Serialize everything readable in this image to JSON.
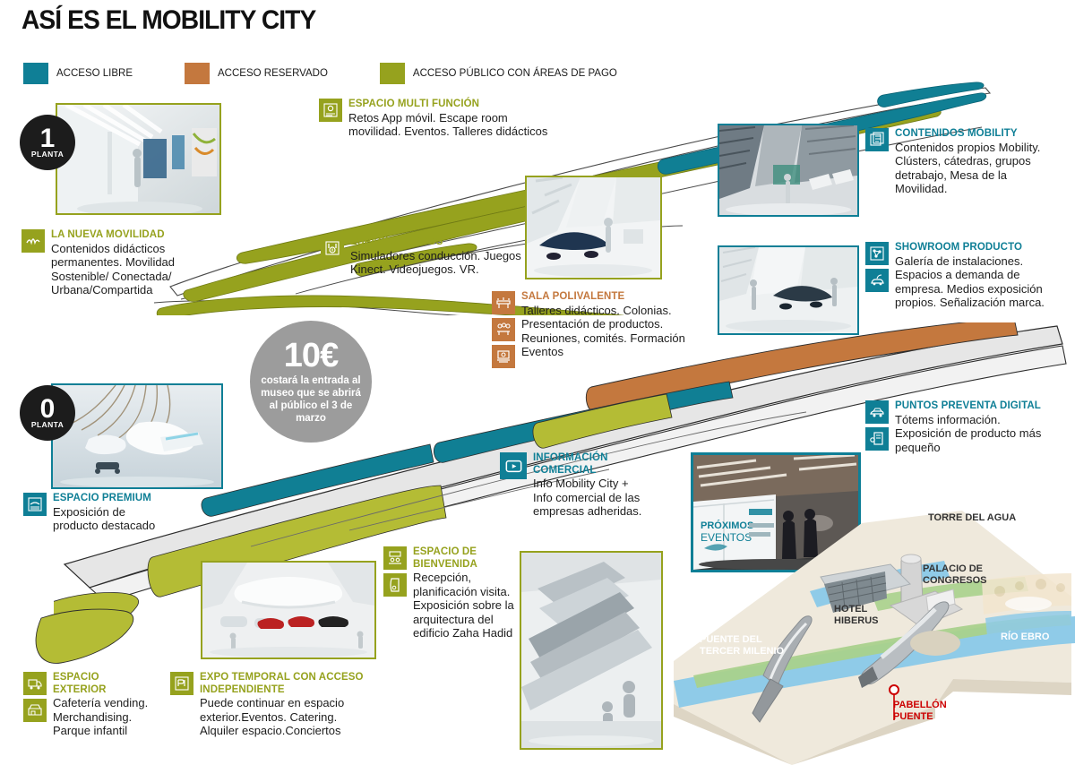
{
  "header": {
    "title": "ASÍ ES EL MOBILITY CITY"
  },
  "legend": [
    {
      "label": "ACCESO LIBRE",
      "color": "#0f7f96",
      "name": "legend-acceso-libre"
    },
    {
      "label": "ACCESO RESERVADO",
      "color": "#c4783e",
      "name": "legend-acceso-reservado"
    },
    {
      "label": "ACCESO PÚBLICO CON ÁREAS DE PAGO",
      "color": "#96a21e",
      "name": "legend-acceso-publico"
    }
  ],
  "floors": [
    {
      "number": "1",
      "word": "PLANTA"
    },
    {
      "number": "0",
      "word": "PLANTA"
    }
  ],
  "price": {
    "amount": "10€",
    "text": "costará la entrada al museo que se abrirá al público el 3 de marzo"
  },
  "blocks": {
    "nueva_movilidad": {
      "head": "LA NUEVA MOVILIDAD",
      "body": "Contenidos didácticos permanentes. Movilidad Sostenible/ Conectada/ Urbana/Compartida",
      "color": "#96a21e",
      "icons": [
        "wave-icon"
      ]
    },
    "multi_funcion": {
      "head": "ESPACIO MULTI FUNCIÓN",
      "body": "Retos App móvil. Escape room movilidad. Eventos. Talleres didácticos",
      "color": "#96a21e",
      "icons": [
        "map-pin-icon"
      ]
    },
    "juegos": {
      "head": "ESPACIO JUEGOS",
      "body": "Simuladores conducción. Juegos Kinect. Videojuegos. VR.",
      "color": "#96a21e",
      "icons": [
        "gamepad-icon"
      ]
    },
    "sala_polivalente": {
      "head": "SALA POLIVALENTE",
      "body": "Talleres didácticos. Colonias. Presentación de productos. Reuniones, comités. Formación Eventos",
      "color": "#c4783e",
      "icons": [
        "workshop-table-icon",
        "meeting-people-icon",
        "presentation-screen-icon"
      ]
    },
    "contenidos_mobility": {
      "head": "CONTENIDOS MOBILITY",
      "body": "Contenidos propios Mobility. Clústers, cátedras, grupos detrabajo, Mesa de la Movilidad.",
      "color": "#0f7f96",
      "icons": [
        "documents-icon"
      ]
    },
    "showroom": {
      "head": "SHOWROOM PRODUCTO",
      "body": "Galería de instalaciones. Espacios a demanda de empresa. Medios exposición propios. Señalización marca.",
      "color": "#0f7f96",
      "icons": [
        "network-icon",
        "car-charge-icon"
      ]
    },
    "preventa": {
      "head": "PUNTOS PREVENTA DIGITAL",
      "body": "Tótems información. Exposición de producto más pequeño",
      "color": "#0f7f96",
      "icons": [
        "vehicle-icon",
        "totem-icon"
      ]
    },
    "premium": {
      "head": "ESPACIO PREMIUM",
      "body": "Exposición de producto destacado",
      "color": "#0f7f96",
      "icons": [
        "stage-icon"
      ]
    },
    "informacion_comercial": {
      "head": "INFORMACIÓN COMERCIAL",
      "body": "Info Mobility City + Info comercial de las empresas adheridas.",
      "color": "#0f7f96",
      "icons": [
        "play-screen-icon"
      ]
    },
    "bienvenida": {
      "head": "ESPACIO DE BIENVENIDA",
      "body": "Recepción, planificación visita. Exposición sobre la arquitectura del edificio Zaha Hadid",
      "color": "#96a21e",
      "icons": [
        "reception-desk-icon",
        "brochure-icon"
      ]
    },
    "exterior": {
      "head": "ESPACIO EXTERIOR",
      "body": "Cafetería vending. Merchandising. Parque infantil",
      "color": "#96a21e",
      "icons": [
        "food-truck-icon",
        "shop-icon"
      ]
    },
    "expo_temporal": {
      "head": "EXPO TEMPORAL CON ACCESO INDEPENDIENTE",
      "body": "Puede continuar en espacio exterior.Eventos. Catering. Alquiler espacio.Conciertos",
      "color": "#96a21e",
      "icons": [
        "exhibit-icon"
      ]
    }
  },
  "photos": {
    "floor1_corridor": {
      "border": "#96a21e",
      "name": "photo-floor1-corridor"
    },
    "floor1_showroom": {
      "border": "#96a21e",
      "name": "photo-floor1-showroom-car"
    },
    "floor1_hall": {
      "border": "#0f7f96",
      "name": "photo-floor1-exhibition-hall"
    },
    "floor1_cars": {
      "border": "#0f7f96",
      "name": "photo-floor1-product-showroom"
    },
    "floor0_premium": {
      "border": "#0f7f96",
      "name": "photo-floor0-premium"
    },
    "floor0_garage": {
      "border": "#96a21e",
      "name": "photo-floor0-welcome-cars"
    },
    "floor0_escalator": {
      "border": "#96a21e",
      "name": "photo-floor0-escalator"
    },
    "floor0_events": {
      "border": "#0f7f96",
      "name": "photo-floor0-proximos-eventos",
      "caption": "PRÓXIMOS EVENTOS"
    }
  },
  "map": {
    "labels": [
      {
        "text": "TORRE DEL AGUA",
        "name": "map-label-torre-del-agua",
        "style": "dark"
      },
      {
        "text": "PALACIO DE CONGRESOS",
        "name": "map-label-palacio-congresos",
        "style": "dark"
      },
      {
        "text": "HOTEL HIBERUS",
        "name": "map-label-hotel-hiberus",
        "style": "dark"
      },
      {
        "text": "PUENTE DEL TERCER MILENIO",
        "name": "map-label-puente-tercer-milenio",
        "style": "white"
      },
      {
        "text": "RÍO EBRO",
        "name": "map-label-rio-ebro",
        "style": "white"
      },
      {
        "text": "PABELLÓN PUENTE",
        "name": "map-label-pabellon-puente",
        "style": "red"
      }
    ]
  }
}
